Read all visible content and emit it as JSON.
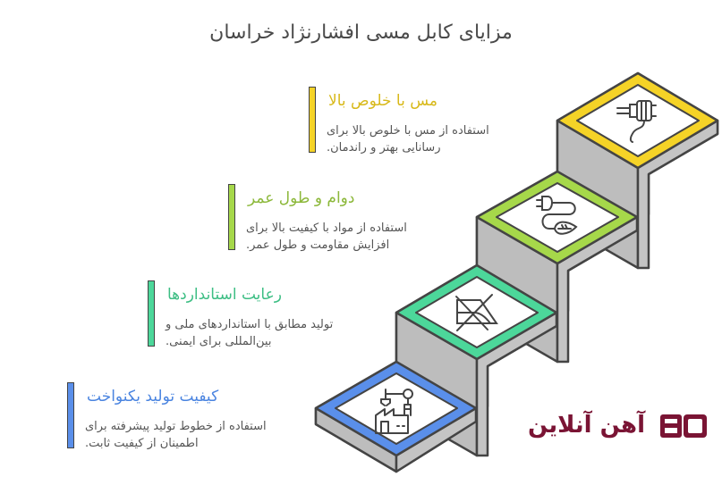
{
  "title": "مزایای کابل مسی افشارنژاد خراسان",
  "steps": [
    {
      "heading": "مس با خلوص بالا",
      "description_line1": "استفاده از مس با خلوص بالا برای",
      "description_line2": "رسانایی بهتر و راندمان.",
      "color": "#F5D327",
      "icon": "cable-plug-icon"
    },
    {
      "heading": "دوام و طول عمر",
      "description_line1": "استفاده از مواد با کیفیت بالا برای",
      "description_line2": "افزایش مقاومت و طول عمر.",
      "color": "#A6D84A",
      "icon": "eco-plug-leaf-icon"
    },
    {
      "heading": "رعایت استانداردها",
      "description_line1": "تولید مطابق با استانداردهای ملی و",
      "description_line2": "بین‌المللی برای ایمنی.",
      "color": "#4CD79A",
      "icon": "no-bending-icon"
    },
    {
      "heading": "کیفیت تولید یکنواخت",
      "description_line1": "استفاده از خطوط تولید پیشرفته برای",
      "description_line2": "اطمینان از کیفیت ثابت.",
      "color": "#5A8FEA",
      "icon": "factory-robot-arm-icon"
    }
  ],
  "heading_colors": [
    "#D8B91A",
    "#8CB83A",
    "#3DBE84",
    "#4A84E0"
  ],
  "logo": {
    "text": "آهن آنلاین",
    "color": "#7A1434"
  }
}
